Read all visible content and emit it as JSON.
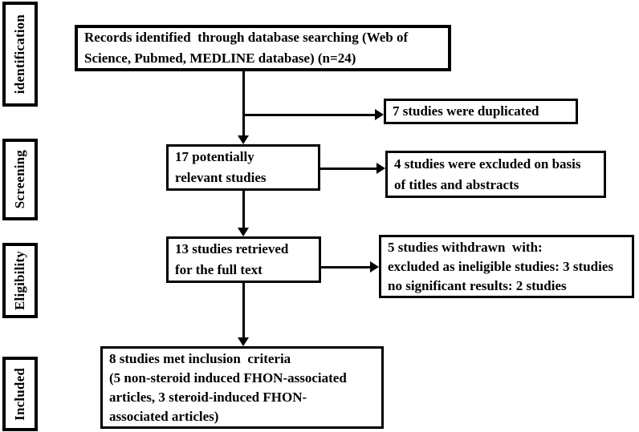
{
  "stages": [
    {
      "label": "identification"
    },
    {
      "label": "Screening"
    },
    {
      "label": "Eligibility"
    },
    {
      "label": "Included"
    }
  ],
  "boxes": {
    "records": "Records identified  through database searching (Web of\nScience, Pubmed, MEDLINE database) (n=24)",
    "duplicated": "7 studies were duplicated",
    "relevant": "17 potentially\nrelevant studies",
    "excluded_titles": "4 studies were excluded on basis\nof titles and abstracts",
    "fulltext": "13 studies retrieved\nfor the full text",
    "withdrawn": "5 studies withdrawn  with:\nexcluded as ineligible studies: 3 studies\nno significant results: 2 studies",
    "included": "8 studies met inclusion  criteria\n(5 non-steroid induced FHON-associated\narticles, 3 steroid-induced FHON-\nassociated articles)"
  },
  "colors": {
    "border": "#000000",
    "background": "#ffffff",
    "text": "#000000"
  }
}
